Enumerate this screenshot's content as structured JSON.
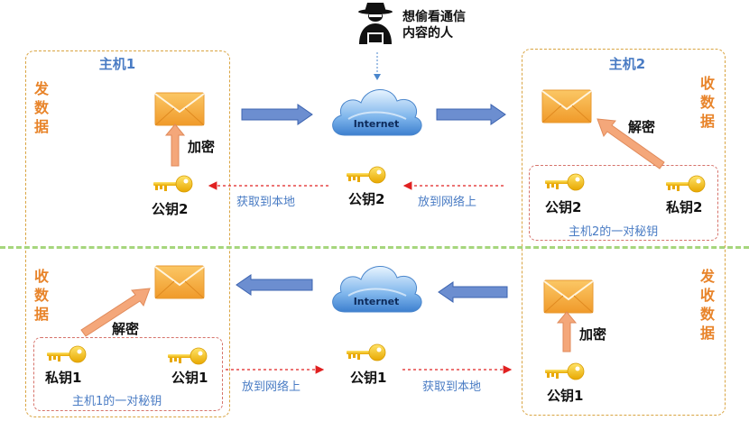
{
  "top": {
    "host1_title": "主机1",
    "host2_title": "主机2",
    "host1_role": "发数据",
    "host2_role": "收数据",
    "encrypt_label": "加密",
    "decrypt_label": "解密",
    "host1_pubkey_label": "公钥2",
    "middle_pubkey_label": "公钥2",
    "host2_pubkey_label": "公钥2",
    "host2_privkey_label": "私钥2",
    "pair_caption": "主机2的一对秘钥",
    "fetch_local_label": "获取到本地",
    "put_network_label": "放到网络上",
    "internet_label": "Internet"
  },
  "hacker": {
    "label_line1": "想偷看通信",
    "label_line2": "内容的人"
  },
  "bottom": {
    "host1_role": "收数据",
    "host2_role": "发收数据",
    "decrypt_label": "解密",
    "encrypt_label": "加密",
    "host1_privkey_label": "私钥1",
    "host1_pubkey_label": "公钥1",
    "middle_pubkey_label": "公钥1",
    "host2_pubkey_label": "公钥1",
    "pair_caption": "主机1的一对秘钥",
    "put_network_label": "放到网络上",
    "fetch_local_label": "获取到本地",
    "internet_label": "Internet"
  },
  "colors": {
    "host_border": "#d9a441",
    "pair_border": "#d6736b",
    "title_blue": "#4a7cc4",
    "role_orange": "#e8842a",
    "divider_green": "#a6d67d",
    "dashed_arrow_red": "#e02020",
    "block_arrow_blue": "#6c8ed0",
    "envelope": "#f5b04a",
    "key": "#f4c21b"
  }
}
